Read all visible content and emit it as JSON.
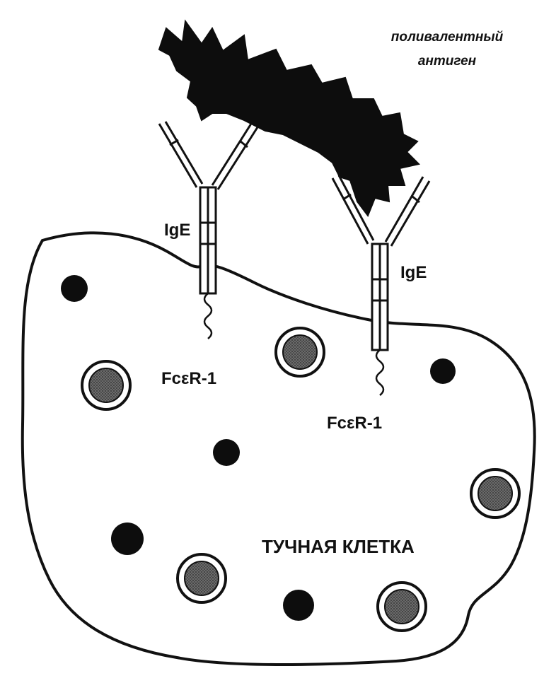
{
  "diagram": {
    "antigen_label_line1": "поливалентный",
    "antigen_label_line2": "антиген",
    "ige_left_label": "IgE",
    "ige_right_label": "IgE",
    "receptor_left_label": "FcεR-1",
    "receptor_right_label": "FcεR-1",
    "cell_label": "ТУЧНАЯ КЛЕТКА"
  },
  "colors": {
    "ink": "#111111",
    "granule_fill": "#555555",
    "background": "#ffffff"
  }
}
